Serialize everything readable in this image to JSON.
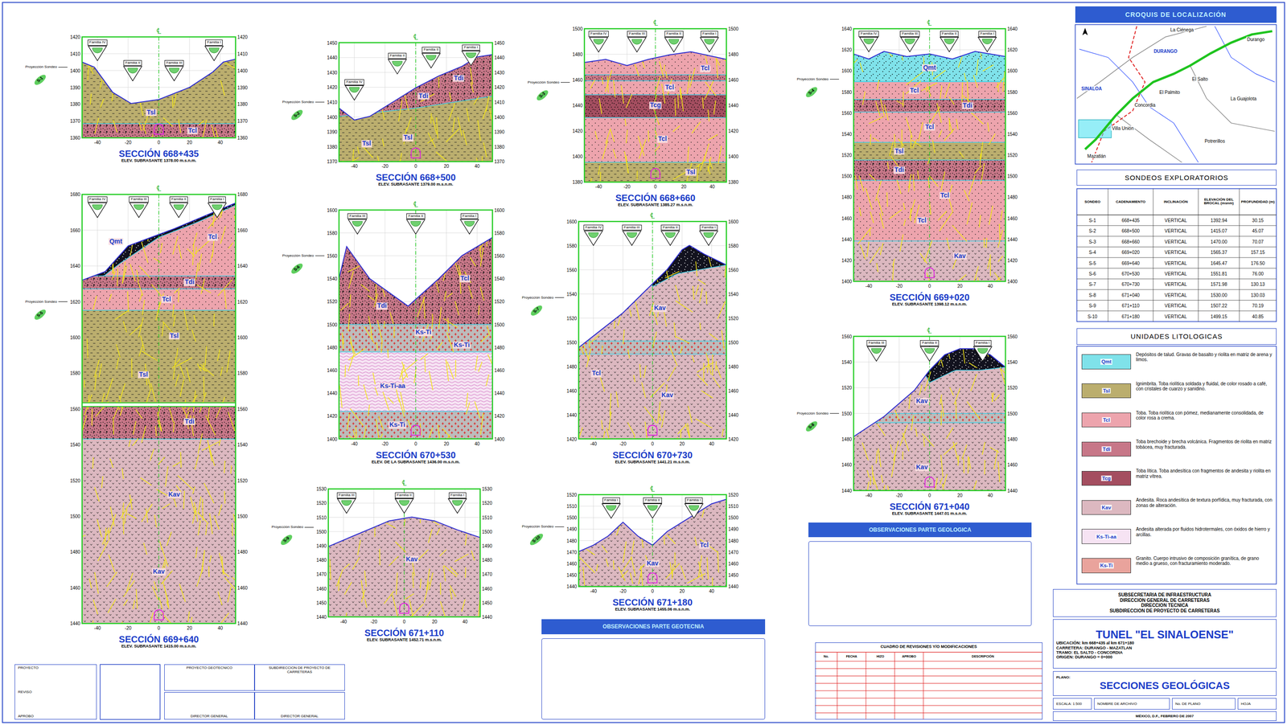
{
  "diagram": {
    "nodes": [
      {
        "text": [
          "SECCIÓN 668+435",
          "ELEV. SUBRASANTE 1378.00 m.s.n.m."
        ]
      },
      {
        "text": [
          "SECCIÓN 668+500",
          "ELEV. SUBRASANTE 1379.00 m.s.n.m."
        ]
      },
      {
        "text": [
          "SECCIÓN 668+660",
          "ELEV. SUBRASANTE 1385.27 m.s.n.m."
        ]
      },
      {
        "text": [
          "SECCIÓN 669+020",
          "ELEV. SUBRASANTE 1398.12 m.s.n.m."
        ]
      },
      {
        "text": [
          "SECCIÓN 669+640",
          "ELEV. SUBRASANTE 1415.00 m.s.n.m."
        ]
      },
      {
        "text": [
          "SECCIÓN 670+530",
          "ELEV. DE LA SUBRASANTE 1436.00 m.s.n.m."
        ]
      },
      {
        "text": [
          "SECCIÓN 670+730",
          "ELEV. SUBRASANTE 1441.21 m.s.n.m."
        ]
      },
      {
        "text": [
          "SECCIÓN 671+040",
          "ELEV. SUBRASANTE 1447.01 m.s.n.m."
        ]
      },
      {
        "text": [
          "SECCIÓN 671+110",
          "ELEV. SUBRASANTE 1452.71 m.s.n.m."
        ]
      },
      {
        "text": [
          "SECCIÓN 671+180",
          "ELEV. SUBRASANTE 1455.06 m.s.n.m."
        ]
      },
      {
        "text": [
          "CROQUIS DE LOCALIZACIÓN"
        ]
      },
      {
        "text": [
          "SONDEOS EXPLORATORIOS"
        ]
      },
      {
        "text": [
          "UNIDADES LITOLOGICAS"
        ]
      },
      {
        "text": [
          "OBSERVACIONES PARTE GEOLOGICA"
        ]
      },
      {
        "text": [
          "OBSERVACIONES PARTE GEOTECNIA"
        ]
      },
      {
        "text": [
          "CUADRO DE REVISIONES Y/O MODIFICACIONES"
        ]
      },
      {
        "text": [
          "SUBSECRETARIA DE INFRAESTRUCTURA",
          "DIRECCION GENERAL DE CARRETERAS",
          "DIRECCION TECNICA",
          "SUBDIRECCION DE PROYECTO DE CARRETERAS"
        ]
      },
      {
        "text": [
          "TUNEL \"EL SINALOENSE\"",
          "UBICACIÓN: km 668+435 al km 671+180",
          "CARRETERA: DURANGO - MAZATLAN",
          "TRAMO: EL SALTO - CONCORDIA",
          "ORIGEN: DURANGO = 0+000"
        ]
      },
      {
        "text": [
          "PLANO:",
          "SECCIONES GEOLÓGICAS"
        ]
      },
      {
        "text": [
          "ESCALA: 1:500"
        ]
      },
      {
        "text": [
          "NOMBRE DE ARCHIVO"
        ]
      },
      {
        "text": [
          "No. DE PLANO"
        ]
      },
      {
        "text": [
          "HOJA"
        ]
      },
      {
        "text": [
          "MÉXICO, D.F., FEBRERO DE 2007"
        ]
      },
      {
        "text": [
          "PROYECTO",
          "REVISO",
          "APROBO"
        ]
      },
      {
        "text": [
          "PROYECTO GEOTECNICO"
        ]
      },
      {
        "text": [
          "SUBDIRECCION DE PROYECTO DE CARRETERAS"
        ]
      },
      {
        "text": [
          "DIRECTOR GENERAL"
        ]
      },
      {
        "text": [
          "DIRECTOR GENERAL"
        ]
      }
    ],
    "labels": [
      "℄",
      "Proyección Sondeo",
      "S-1",
      "Familia IV",
      "Familia II",
      "Familia III",
      "Familia I",
      "Tsl",
      "Tcl",
      "-40",
      "-20",
      "0",
      "20",
      "40",
      "1420",
      "1410",
      "1400",
      "1390",
      "1380",
      "1370",
      "1360",
      "1420",
      "1410",
      "1400",
      "1390",
      "1380",
      "1370",
      "1360",
      "℄",
      "Proyección Sondeo",
      "S-2",
      "Familia IV",
      "Familia II",
      "Familia II",
      "Familia I",
      "Tdi",
      "Tdi",
      "Tsl",
      "Tsl",
      "-40",
      "-20",
      "0",
      "20",
      "40",
      "1450",
      "1440",
      "1430",
      "1420",
      "1410",
      "1400",
      "1390",
      "1380",
      "1370",
      "1450",
      "1440",
      "1430",
      "1420",
      "1410",
      "1400",
      "1390",
      "1380",
      "1370",
      "℄",
      "Proyección Sondeo",
      "S-3",
      "Familia IV",
      "Familia III",
      "Familia II",
      "Familia I",
      "Tcl",
      "Tcl",
      "Tcg",
      "Tcl",
      "Tsl",
      "-40",
      "-20",
      "0",
      "20",
      "40",
      "1500",
      "1480",
      "1460",
      "1440",
      "1420",
      "1400",
      "1380",
      "1500",
      "1480",
      "1460",
      "1440",
      "1420",
      "1400",
      "1380",
      "℄",
      "Proyección Sondeo",
      "S-4",
      "Familia IV",
      "Familia III",
      "Familia II",
      "Familia I",
      "Qmt",
      "Tcl",
      "Tdi",
      "Tcl",
      "Tsl",
      "Tdi",
      "Tcl",
      "Tcl",
      "Kav",
      "-40",
      "-20",
      "0",
      "20",
      "40",
      "1640",
      "1620",
      "1600",
      "1580",
      "1560",
      "1540",
      "1520",
      "1500",
      "1480",
      "1460",
      "1440",
      "1420",
      "1400",
      "1640",
      "1620",
      "1600",
      "1580",
      "1560",
      "1540",
      "1520",
      "1500",
      "1480",
      "1460",
      "1440",
      "1420",
      "1400",
      "℄",
      "Proyección Sondeo",
      "S-5",
      "Familia IV",
      "Familia III",
      "Familia II",
      "Familia I",
      "Qmt",
      "Tcl",
      "Tcl",
      "Tdi",
      "Tsl",
      "Tsl",
      "Tdi",
      "Kav",
      "Kav",
      "-40",
      "-20",
      "0",
      "20",
      "40",
      "1680",
      "1660",
      "1640",
      "1620",
      "1600",
      "1580",
      "1560",
      "1540",
      "1520",
      "1500",
      "1480",
      "1460",
      "1440",
      "1680",
      "1660",
      "1640",
      "1620",
      "1600",
      "1580",
      "1560",
      "1540",
      "1520",
      "1500",
      "1480",
      "1460",
      "1440",
      "℄",
      "Proyección Sondeo",
      "S-6",
      "Familia III",
      "Familia II",
      "Familia I",
      "Tcl",
      "Tdi",
      "Ks-Ti",
      "Ks-Ti",
      "Ks-Ti-aa",
      "Ks-Ti",
      "-40",
      "-20",
      "0",
      "20",
      "40",
      "1600",
      "1580",
      "1560",
      "1540",
      "1520",
      "1500",
      "1480",
      "1460",
      "1440",
      "1420",
      "1400",
      "1600",
      "1580",
      "1560",
      "1540",
      "1520",
      "1500",
      "1480",
      "1460",
      "1440",
      "1420",
      "1400",
      "℄",
      "Proyección Sondeo",
      "S-7",
      "Familia IV",
      "Familia III",
      "Familia II",
      "Familia I",
      "Tcl",
      "Kav",
      "Kav",
      "-40",
      "-20",
      "0",
      "20",
      "40",
      "1600",
      "1580",
      "1560",
      "1540",
      "1520",
      "1500",
      "1480",
      "1460",
      "1440",
      "1420",
      "1600",
      "1580",
      "1560",
      "1540",
      "1520",
      "1500",
      "1480",
      "1460",
      "1440",
      "1420",
      "℄",
      "Proyección Sondeo",
      "S-8",
      "Familia III",
      "Familia II",
      "Familia I",
      "Kav",
      "Kav",
      "-40",
      "-20",
      "0",
      "20",
      "40",
      "1560",
      "1540",
      "1520",
      "1500",
      "1480",
      "1460",
      "1440",
      "1560",
      "1540",
      "1520",
      "1500",
      "1480",
      "1460",
      "1440",
      "℄",
      "Proyección Sondeo",
      "S-9",
      "Familia III",
      "Familia II",
      "Familia I",
      "Kav",
      "-40",
      "-20",
      "0",
      "20",
      "40",
      "1530",
      "1520",
      "1510",
      "1500",
      "1490",
      "1480",
      "1470",
      "1460",
      "1450",
      "1440",
      "1530",
      "1520",
      "1510",
      "1500",
      "1490",
      "1480",
      "1470",
      "1460",
      "1450",
      "1440",
      "℄",
      "Proyección Sondeo",
      "S-10",
      "Familia I",
      "Familia II",
      "Familia I",
      "Kav",
      "Tcl",
      "-40",
      "-20",
      "0",
      "20",
      "40",
      "1520",
      "1510",
      "1500",
      "1490",
      "1480",
      "1470",
      "1460",
      "1450",
      "1440",
      "1520",
      "1510",
      "1500",
      "1490",
      "1480",
      "1470",
      "1460",
      "1450",
      "1440",
      "SONDEO",
      "CADENAMIENTO",
      "INCLINACIÓN",
      "ELEVACIÓN DEL BROCAL (msnm)",
      "PROFUNDIDAD (m)",
      "S-1",
      "668+435",
      "VERTICAL",
      "1392.94",
      "30.15",
      "S-2",
      "668+500",
      "VERTICAL",
      "1415.07",
      "45.07",
      "S-3",
      "668+660",
      "VERTICAL",
      "1470.00",
      "70.07",
      "S-4",
      "669+020",
      "VERTICAL",
      "1565.37",
      "157.15",
      "S-5",
      "669+640",
      "VERTICAL",
      "1645.47",
      "176.50",
      "S-6",
      "670+530",
      "VERTICAL",
      "1551.81",
      "76.00",
      "S-7",
      "670+730",
      "VERTICAL",
      "1571.98",
      "130.13",
      "S-8",
      "671+040",
      "VERTICAL",
      "1530.00",
      "130.03",
      "S-9",
      "671+110",
      "VERTICAL",
      "1507.22",
      "70.19",
      "S-10",
      "671+180",
      "VERTICAL",
      "1499.15",
      "40.85",
      "Qmt",
      "Tsl",
      "Tcl",
      "Tdi",
      "Tcg",
      "Kav",
      "Ks-Ti-aa",
      "Ks-Ti",
      "La Ciénega",
      "Durango",
      "El Salto",
      "Concordia",
      "SINALOA",
      "DURANGO",
      "Mazatlán",
      "Villa Unión",
      "El Palmito",
      "La Guajolota",
      "Potrerillos",
      "No.",
      "FECHA",
      "HIZO",
      "APROBO",
      "DESCRIPCIÓN"
    ],
    "legend": [
      {
        "text": "Depósitos de talud. Gravas de basalto y riolita en matriz de arena y limos.",
        "color": "#7fe2ea"
      },
      {
        "text": "Ignimbrita. Toba riolítica soldada y fluidal, de color rosado a café, con cristales de cuarzo y sanidino.",
        "color": "#bbae6e"
      },
      {
        "text": "Toba. Toba riolítica con pómez, medianamente consolidada, de color rosa a crema.",
        "color": "#eda4ad"
      },
      {
        "text": "Toba brechoide y brecha volcánica. Fragmentos de riolita en matriz tobácea, muy fracturada.",
        "color": "#c77788"
      },
      {
        "text": "Toba lítica. Toba andesítica con fragmentos de andesita y riolita en matriz vítrea.",
        "color": "#a44e60"
      },
      {
        "text": "Andesita. Roca andesítica de textura porfídica, muy fracturada, con zonas de alteración.",
        "color": "#dcb8c0"
      },
      {
        "text": "Andesita alterada por fluidos hidrotermales, con óxidos de hierro y arcillas.",
        "color": "#f6e3f3"
      },
      {
        "text": "Granito. Cuerpo intrusivo de composición granítica, de grano medio a grueso, con fracturamiento moderado.",
        "color": "#e9a39c"
      }
    ]
  }
}
